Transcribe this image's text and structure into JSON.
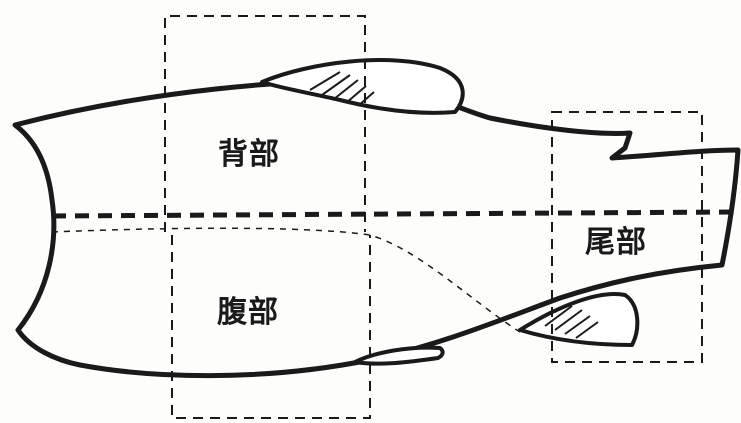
{
  "labels": {
    "back": "背部",
    "belly": "腹部",
    "tail": "尾部"
  },
  "colors": {
    "outline": "#1a1a1a",
    "background": "#fdfdfb"
  }
}
